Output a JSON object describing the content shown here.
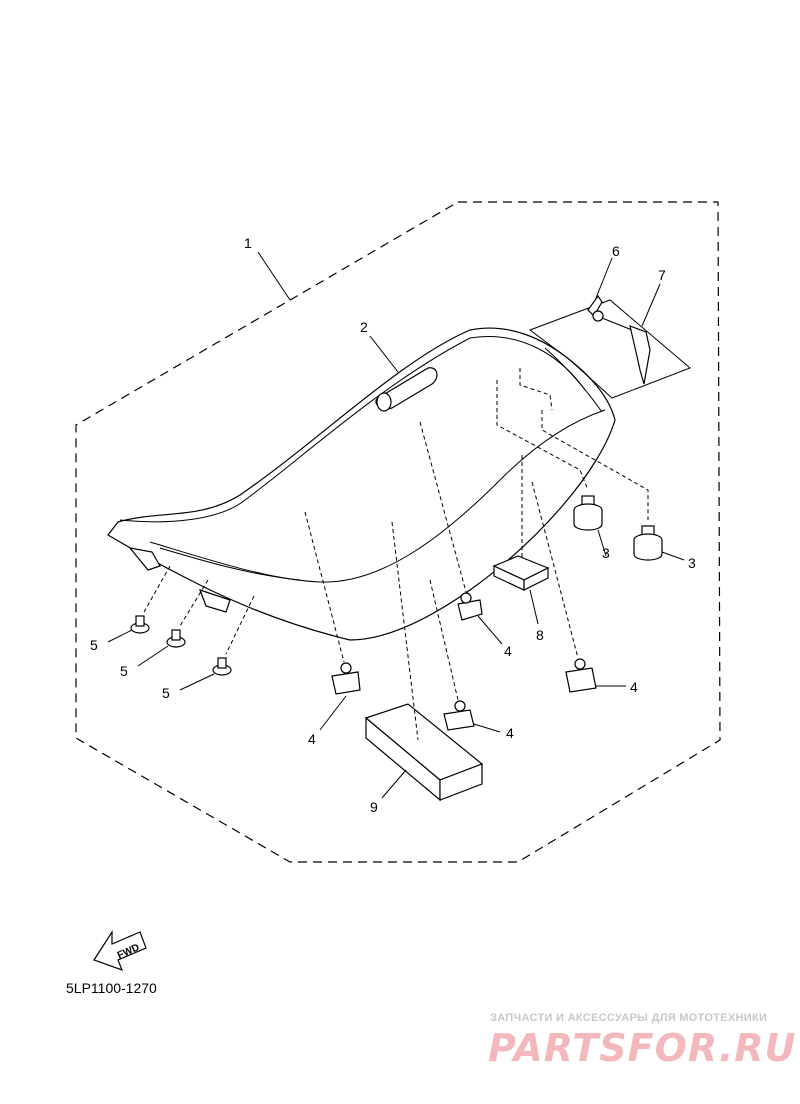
{
  "callouts": {
    "c1": "1",
    "c2": "2",
    "c3a": "3",
    "c3b": "3",
    "c4a": "4",
    "c4b": "4",
    "c4c": "4",
    "c4d": "4",
    "c5a": "5",
    "c5b": "5",
    "c5c": "5",
    "c6": "6",
    "c7": "7",
    "c8": "8",
    "c9": "9"
  },
  "fwd_label": "FWD",
  "diagram_code": "5LP1100-1270",
  "watermark": {
    "tagline": "ЗАПЧАСТИ И АКСЕССУАРЫ ДЛЯ МОТОТЕХНИКИ",
    "logo": "PARTSFOR.RU"
  }
}
